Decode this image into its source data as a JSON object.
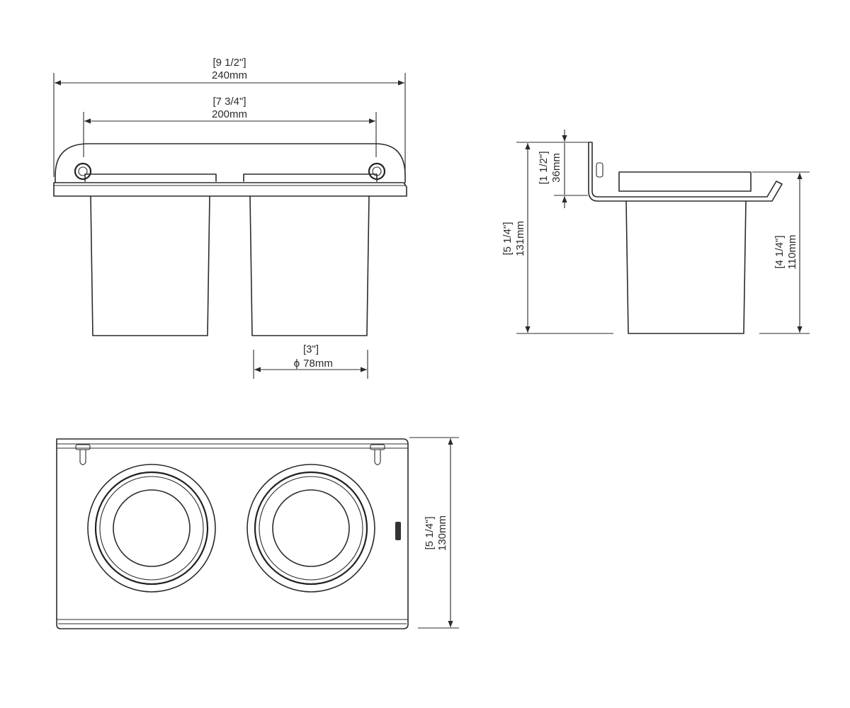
{
  "front_view": {
    "overall_width": {
      "imperial": "[9 1/2\"]",
      "metric": "240mm"
    },
    "bracket_width": {
      "imperial": "[7 3/4\"]",
      "metric": "200mm"
    },
    "cup_diameter": {
      "imperial": "[3\"]",
      "metric": "78mm",
      "symbol": "ϕ"
    }
  },
  "side_view": {
    "overall_height": {
      "imperial": "[5 1/4\"]",
      "metric": "131mm"
    },
    "bracket_height": {
      "imperial": "[1 1/2\"]",
      "metric": "36mm"
    },
    "cup_height": {
      "imperial": "[4 1/4\"]",
      "metric": "110mm"
    }
  },
  "top_view": {
    "depth": {
      "imperial": "[5 1/4\"]",
      "metric": "130mm"
    }
  }
}
